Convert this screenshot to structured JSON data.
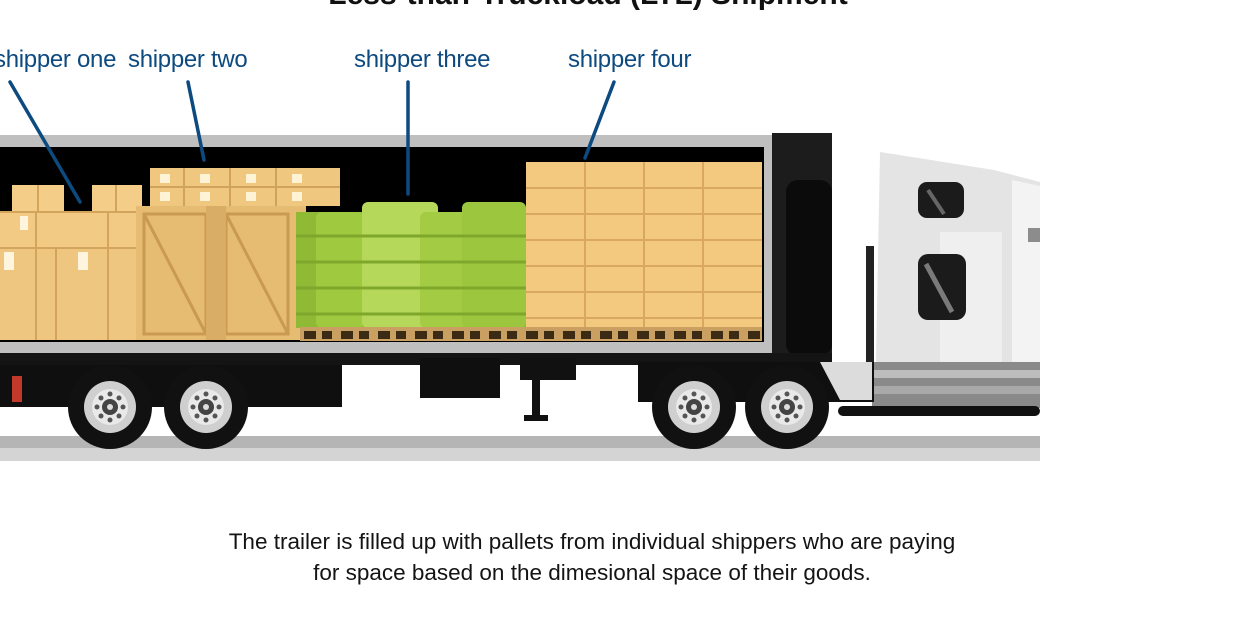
{
  "title": "Less-than-Truckload (LTL) Shipment",
  "shippers": [
    {
      "label": "shipper one"
    },
    {
      "label": "shipper two"
    },
    {
      "label": "shipper three"
    },
    {
      "label": "shipper four"
    }
  ],
  "caption": {
    "line1": "The trailer is filled up with pallets from individual shippers who are paying",
    "line2": "for space based on the dimesional space of their goods."
  },
  "colors": {
    "leader_line": "#0d4a80",
    "box": "#f3c97f",
    "crate": "#e7bc73",
    "drum": "#a8cf45",
    "trailer_body": "#111111",
    "cab": "#e6e6e6"
  }
}
